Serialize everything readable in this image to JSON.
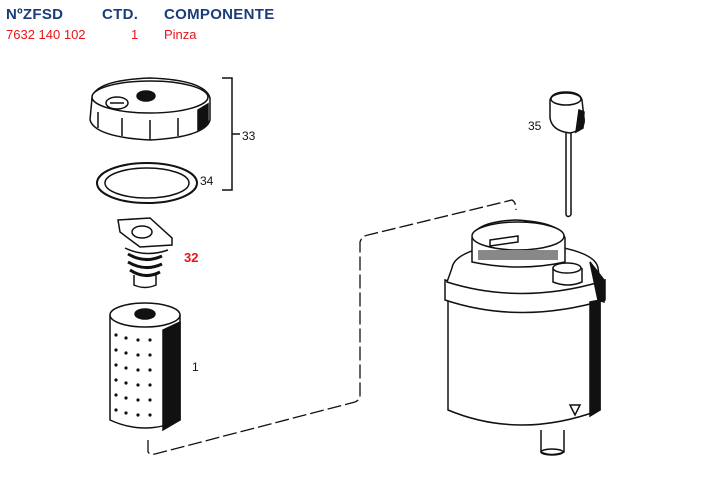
{
  "table": {
    "headers": {
      "ref": "NºZFSD",
      "qty": "CTD.",
      "component": "COMPONENTE"
    },
    "row": {
      "ref": "7632 140 102",
      "qty": "1",
      "component": "Pinza"
    }
  },
  "diagram": {
    "callouts": [
      {
        "id": "33",
        "label": "33",
        "part": "reservoir-cap-assembly"
      },
      {
        "id": "34",
        "label": "34",
        "part": "cap-seal-ring"
      },
      {
        "id": "32",
        "label": "32",
        "part": "clip-spring",
        "highlighted": true
      },
      {
        "id": "1",
        "label": "1",
        "part": "filter-element"
      },
      {
        "id": "35",
        "label": "35",
        "part": "dipstick"
      }
    ],
    "colors": {
      "header": "#1a3d7a",
      "highlight": "#e8141a",
      "line": "#111111"
    }
  }
}
